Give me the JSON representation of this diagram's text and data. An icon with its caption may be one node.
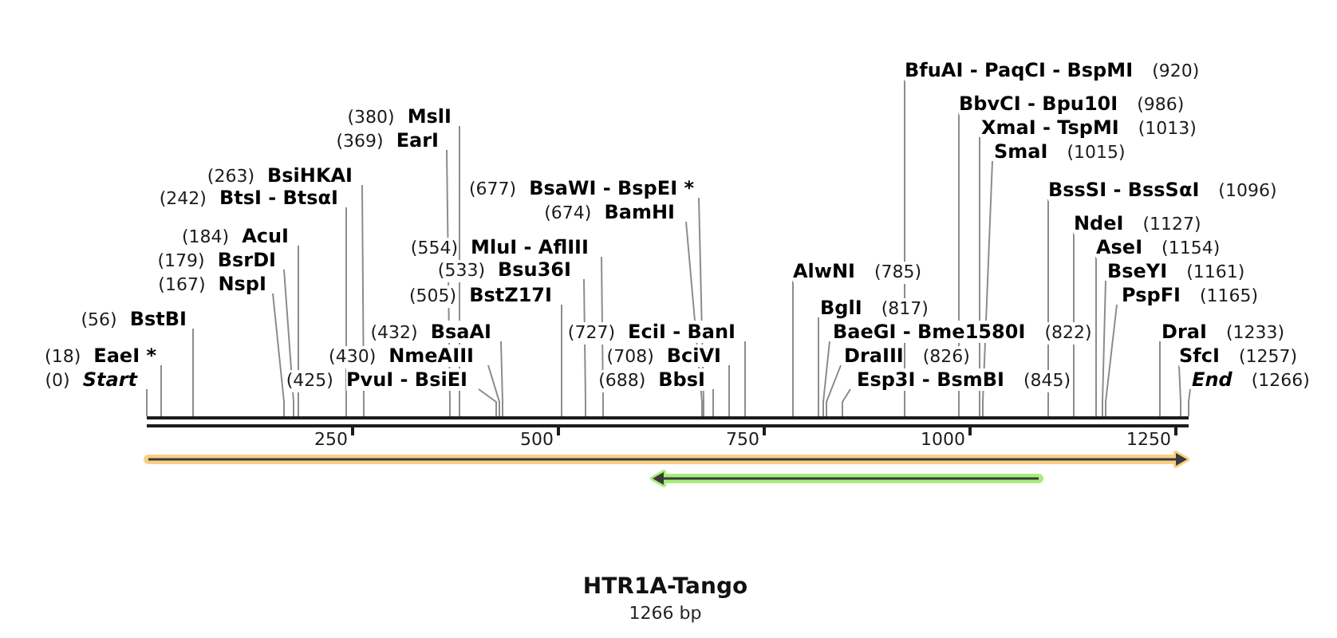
{
  "diagram": {
    "title": "HTR1A-Tango",
    "caption": "1266 bp",
    "nodes": [
      {
        "text": [
          "(0)",
          "Start"
        ]
      },
      {
        "text": [
          "(18)",
          "EaeI *"
        ]
      },
      {
        "text": [
          "(56)",
          "BstBI"
        ]
      },
      {
        "text": [
          "(167)",
          "NspI"
        ]
      },
      {
        "text": [
          "(179)",
          "BsrDI"
        ]
      },
      {
        "text": [
          "(184)",
          "AcuI"
        ]
      },
      {
        "text": [
          "(242)",
          "BtsI - BtsαI"
        ]
      },
      {
        "text": [
          "(263)",
          "BsiHKAI"
        ]
      },
      {
        "text": [
          "(369)",
          "EarI"
        ]
      },
      {
        "text": [
          "(380)",
          "MslI"
        ]
      },
      {
        "text": [
          "(425)",
          "PvuI - BsiEI"
        ]
      },
      {
        "text": [
          "(430)",
          "NmeAIII"
        ]
      },
      {
        "text": [
          "(432)",
          "BsaAI"
        ]
      },
      {
        "text": [
          "(505)",
          "BstZ17I"
        ]
      },
      {
        "text": [
          "(533)",
          "Bsu36I"
        ]
      },
      {
        "text": [
          "(554)",
          "MluI - AflIII"
        ]
      },
      {
        "text": [
          "(674)",
          "BamHI"
        ]
      },
      {
        "text": [
          "(677)",
          "BsaWI - BspEI *"
        ]
      },
      {
        "text": [
          "(688)",
          "BbsI"
        ]
      },
      {
        "text": [
          "(708)",
          "BciVI"
        ]
      },
      {
        "text": [
          "(727)",
          "EciI - BanI"
        ]
      },
      {
        "text": [
          "AlwNI",
          "(785)"
        ]
      },
      {
        "text": [
          "BglI",
          "(817)"
        ]
      },
      {
        "text": [
          "BaeGI - Bme1580I",
          "(822)"
        ]
      },
      {
        "text": [
          "DraIII",
          "(826)"
        ]
      },
      {
        "text": [
          "Esp3I - BsmBI",
          "(845)"
        ]
      },
      {
        "text": [
          "BfuAI - PaqCI - BspMI",
          "(920)"
        ]
      },
      {
        "text": [
          "BbvCI - Bpu10I",
          "(986)"
        ]
      },
      {
        "text": [
          "XmaI - TspMI",
          "(1013)"
        ]
      },
      {
        "text": [
          "SmaI",
          "(1015)"
        ]
      },
      {
        "text": [
          "BssSI - BssSαI",
          "(1096)"
        ]
      },
      {
        "text": [
          "NdeI",
          "(1127)"
        ]
      },
      {
        "text": [
          "AseI",
          "(1154)"
        ]
      },
      {
        "text": [
          "BseYI",
          "(1161)"
        ]
      },
      {
        "text": [
          "PspFI",
          "(1165)"
        ]
      },
      {
        "text": [
          "DraI",
          "(1233)"
        ]
      },
      {
        "text": [
          "SfcI",
          "(1257)"
        ]
      },
      {
        "text": [
          "End",
          "(1266)"
        ]
      },
      {
        "text": [],
        "shape": "bar"
      }
    ],
    "edges": [
      {
        "from": 0,
        "to": 38,
        "arrow": "none"
      },
      {
        "from": 1,
        "to": 38,
        "arrow": "none"
      },
      {
        "from": 2,
        "to": 38,
        "arrow": "none"
      },
      {
        "from": 3,
        "to": 38,
        "arrow": "none"
      },
      {
        "from": 4,
        "to": 38,
        "arrow": "none"
      },
      {
        "from": 5,
        "to": 38,
        "arrow": "none"
      },
      {
        "from": 6,
        "to": 38,
        "arrow": "none"
      },
      {
        "from": 7,
        "to": 38,
        "arrow": "none"
      },
      {
        "from": 8,
        "to": 38,
        "arrow": "none"
      },
      {
        "from": 9,
        "to": 38,
        "arrow": "none"
      },
      {
        "from": 10,
        "to": 38,
        "arrow": "none"
      },
      {
        "from": 11,
        "to": 38,
        "arrow": "none"
      },
      {
        "from": 12,
        "to": 38,
        "arrow": "none"
      },
      {
        "from": 13,
        "to": 38,
        "arrow": "none"
      },
      {
        "from": 14,
        "to": 38,
        "arrow": "none"
      },
      {
        "from": 15,
        "to": 38,
        "arrow": "none"
      },
      {
        "from": 16,
        "to": 38,
        "arrow": "none"
      },
      {
        "from": 17,
        "to": 38,
        "arrow": "none"
      },
      {
        "from": 18,
        "to": 38,
        "arrow": "none"
      },
      {
        "from": 19,
        "to": 38,
        "arrow": "none"
      },
      {
        "from": 20,
        "to": 38,
        "arrow": "none"
      },
      {
        "from": 21,
        "to": 38,
        "arrow": "none"
      },
      {
        "from": 22,
        "to": 38,
        "arrow": "none"
      },
      {
        "from": 23,
        "to": 38,
        "arrow": "none"
      },
      {
        "from": 24,
        "to": 38,
        "arrow": "none"
      },
      {
        "from": 25,
        "to": 38,
        "arrow": "none"
      },
      {
        "from": 26,
        "to": 38,
        "arrow": "none"
      },
      {
        "from": 27,
        "to": 38,
        "arrow": "none"
      },
      {
        "from": 28,
        "to": 38,
        "arrow": "none"
      },
      {
        "from": 29,
        "to": 38,
        "arrow": "none"
      },
      {
        "from": 30,
        "to": 38,
        "arrow": "none"
      },
      {
        "from": 31,
        "to": 38,
        "arrow": "none"
      },
      {
        "from": 32,
        "to": 38,
        "arrow": "none"
      },
      {
        "from": 33,
        "to": 38,
        "arrow": "none"
      },
      {
        "from": 34,
        "to": 38,
        "arrow": "none"
      },
      {
        "from": 35,
        "to": 38,
        "arrow": "none"
      },
      {
        "from": 36,
        "to": 38,
        "arrow": "none"
      },
      {
        "from": 37,
        "to": 38,
        "arrow": "none"
      }
    ],
    "labels": [
      "250",
      "500",
      "750",
      "1000",
      "1250"
    ]
  }
}
